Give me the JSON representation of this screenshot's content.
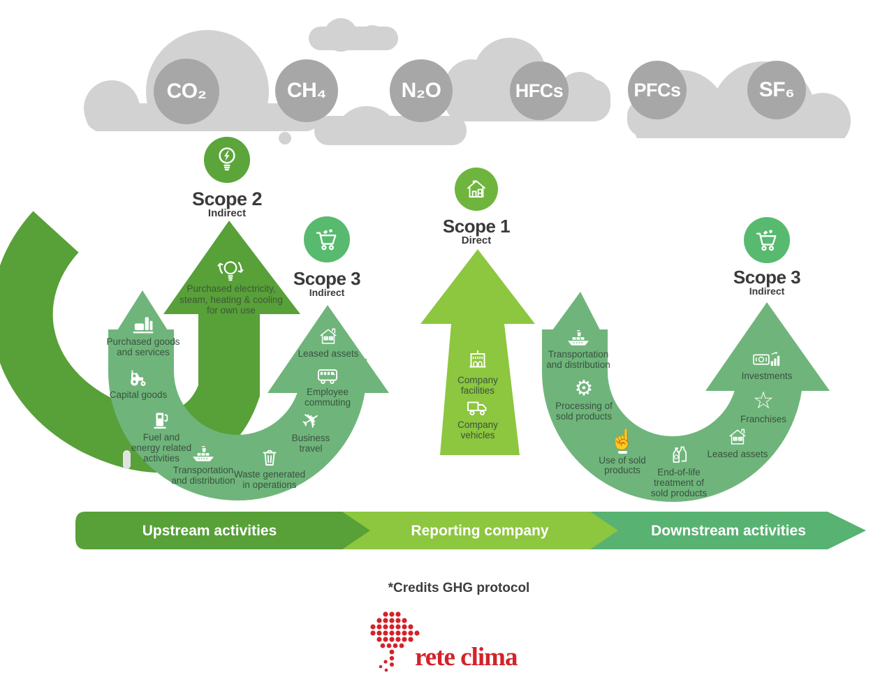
{
  "colors": {
    "dark_green": "#58a038",
    "sage_green": "#6fb57b",
    "light_green": "#8dc63f",
    "scope_circle_green": "#57ba6e",
    "scope1_circle_green": "#6fb53d",
    "downstream_bar_green": "#58b272",
    "cloud_gray": "#d2d2d2",
    "gas_circle_gray": "#a7a7a7",
    "heading_text": "#3a3a3a",
    "item_text": "#39513f",
    "logo_red": "#d2232a"
  },
  "gases": [
    {
      "label": "CO₂"
    },
    {
      "label": "CH₄"
    },
    {
      "label": "N₂O"
    },
    {
      "label": "HFCs"
    },
    {
      "label": "PFCs"
    },
    {
      "label": "SF₆"
    }
  ],
  "scope2": {
    "title": "Scope 2",
    "subtitle": "Indirect",
    "arrow_label": "Purchased electricity,\nsteam, heating & cooling\nfor own use"
  },
  "scope1": {
    "title": "Scope 1",
    "subtitle": "Direct",
    "items": [
      {
        "name": "company-facilities",
        "icon": "office-building-icon",
        "label": "Company\nfacilities"
      },
      {
        "name": "company-vehicles",
        "icon": "truck-icon",
        "label": "Company\nvehicles"
      }
    ]
  },
  "scope3_upstream": {
    "title": "Scope 3",
    "subtitle": "Indirect",
    "items": [
      {
        "name": "purchased-goods",
        "icon": "factory-icon",
        "label": "Purchased goods\nand services"
      },
      {
        "name": "capital-goods",
        "icon": "tractor-icon",
        "label": "Capital goods"
      },
      {
        "name": "fuel-energy",
        "icon": "fuel-pump-icon",
        "label": "Fuel and\nenergy related\nactivities"
      },
      {
        "name": "transportation-distribution",
        "icon": "ship-icon",
        "label": "Transportation\nand distribution"
      },
      {
        "name": "waste-operations",
        "icon": "trash-icon",
        "label": "Waste generated\nin operations"
      },
      {
        "name": "business-travel",
        "icon": "plane-icon",
        "label": "Business\ntravel"
      },
      {
        "name": "employee-commuting",
        "icon": "bus-icon",
        "label": "Employee\ncommuting"
      },
      {
        "name": "leased-assets",
        "icon": "house-icon",
        "label": "Leased assets"
      }
    ]
  },
  "scope3_downstream": {
    "title": "Scope 3",
    "subtitle": "Indirect",
    "items": [
      {
        "name": "transportation-distribution",
        "icon": "ship-icon",
        "label": "Transportation\nand distribution"
      },
      {
        "name": "processing-sold-products",
        "icon": "gear-icon",
        "label": "Processing of\nsold products"
      },
      {
        "name": "use-of-sold-products",
        "icon": "hand-click-icon",
        "label": "Use of sold\nproducts"
      },
      {
        "name": "end-of-life-treatment",
        "icon": "bottles-recycle-icon",
        "label": "End-of-life\ntreatment of\nsold products"
      },
      {
        "name": "leased-assets",
        "icon": "house-icon",
        "label": "Leased assets"
      },
      {
        "name": "franchises",
        "icon": "star-icon",
        "label": "Franchises"
      },
      {
        "name": "investments",
        "icon": "money-chart-icon",
        "label": "Investments"
      }
    ]
  },
  "footer": {
    "bars": [
      {
        "label": "Upstream activities"
      },
      {
        "label": "Reporting company"
      },
      {
        "label": "Downstream activities"
      }
    ]
  },
  "credits": "*Credits GHG protocol",
  "logo": {
    "text": "rete clima"
  }
}
